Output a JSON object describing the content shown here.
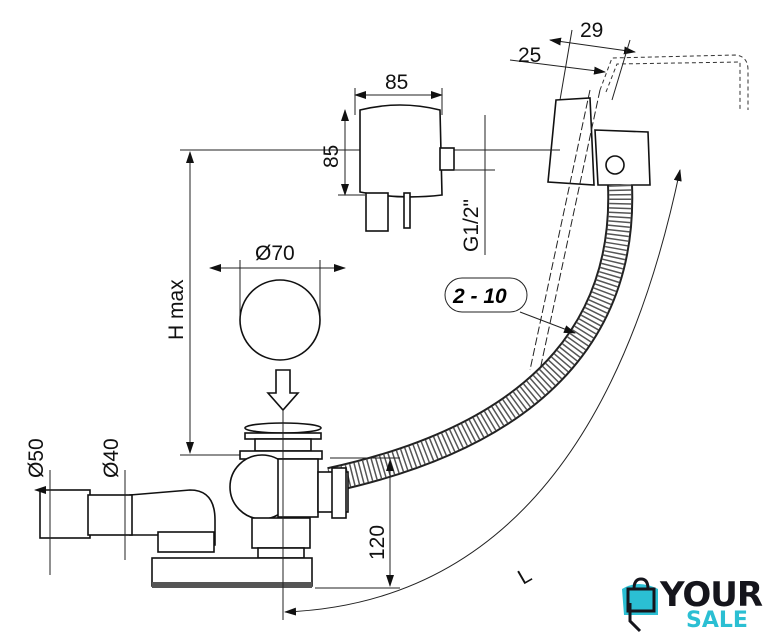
{
  "dimensions": {
    "top_29": "29",
    "top_25": "25",
    "valve_width": "85",
    "valve_height": "85",
    "plug_diameter": "Ø70",
    "height": "H max",
    "thread": "G1/2\"",
    "range": "2 - 10",
    "outer_pipe": "Ø50",
    "inner_pipe": "Ø40",
    "drain_height": "120",
    "length": "L"
  },
  "logo": {
    "line1": "YOUR",
    "line2": "SALE",
    "accent_color": "#2bbfd3",
    "dark_color": "#15151c"
  }
}
